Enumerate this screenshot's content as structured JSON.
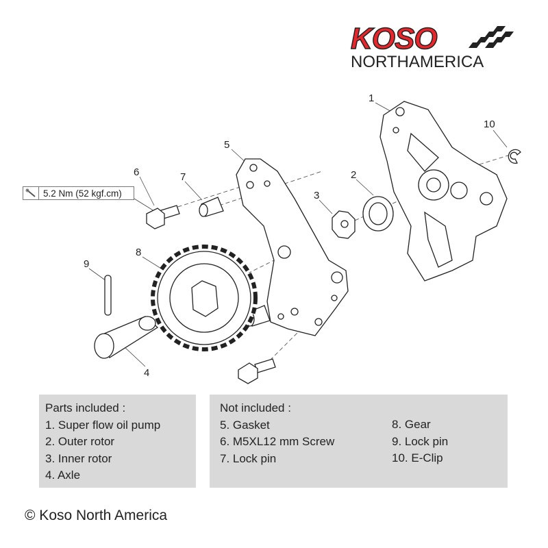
{
  "logo": {
    "brand": "KOSO",
    "subtitle_bold": "NORTH",
    "subtitle": "AMERICA"
  },
  "torque": {
    "icon": "wrench-icon",
    "value": "5.2 Nm (52 kgf.cm)"
  },
  "callouts": [
    "1",
    "2",
    "3",
    "4",
    "5",
    "6",
    "7",
    "8",
    "9",
    "10"
  ],
  "parts_included": {
    "title": "Parts included :",
    "items": [
      "1. Super flow oil pump",
      "2. Outer rotor",
      "3. Inner rotor",
      "4. Axle"
    ]
  },
  "not_included": {
    "title": "Not included :",
    "col1": [
      "5. Gasket",
      "6. M5XL12 mm Screw",
      "7. Lock pin"
    ],
    "col2": [
      "8. Gear",
      "9. Lock pin",
      "10. E-Clip"
    ]
  },
  "copyright": "© Koso North America",
  "colors": {
    "brand_red": "#e8272d",
    "panel_gray": "#d9d9d9"
  }
}
